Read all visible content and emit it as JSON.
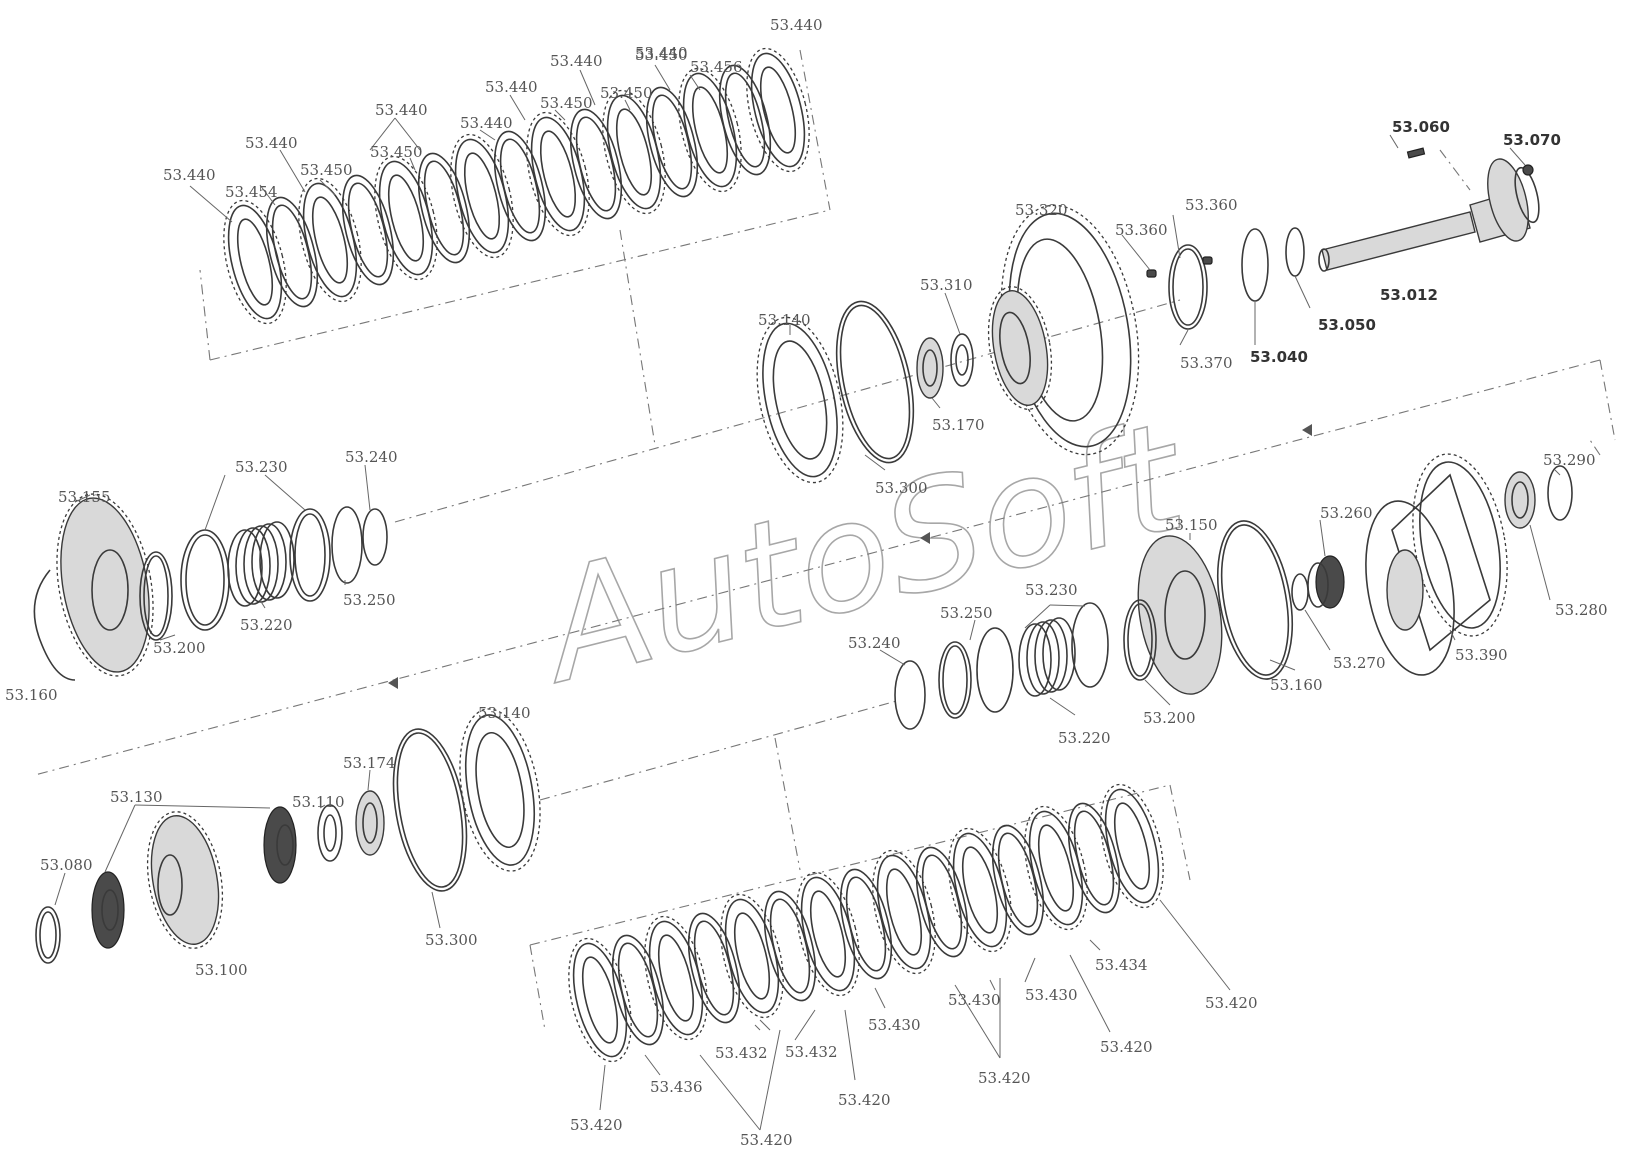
{
  "watermark": "AutoSoft",
  "labels": [
    "53.440",
    "53.454",
    "53.440",
    "53.450",
    "53.440",
    "53.450",
    "53.440",
    "53.450",
    "53.440",
    "53.450",
    "53.440",
    "53.450",
    "53.440",
    "53.456",
    "53.440",
    "53.060",
    "53.070",
    "53.320",
    "53.360",
    "53.360",
    "53.012",
    "53.050",
    "53.040",
    "53.370",
    "53.310",
    "53.170",
    "53.140",
    "53.300",
    "53.290",
    "53.260",
    "53.280",
    "53.390",
    "53.270",
    "53.160",
    "53.150",
    "53.200",
    "53.230",
    "53.250",
    "53.240",
    "53.220",
    "53.155",
    "53.230",
    "53.240",
    "53.220",
    "53.200",
    "53.250",
    "53.160",
    "53.140",
    "53.174",
    "53.110",
    "53.130",
    "53.080",
    "53.100",
    "53.300",
    "53.420",
    "53.436",
    "53.432",
    "53.420",
    "53.432",
    "53.420",
    "53.430",
    "53.430",
    "53.420",
    "53.430",
    "53.434",
    "53.420",
    "53.420"
  ]
}
